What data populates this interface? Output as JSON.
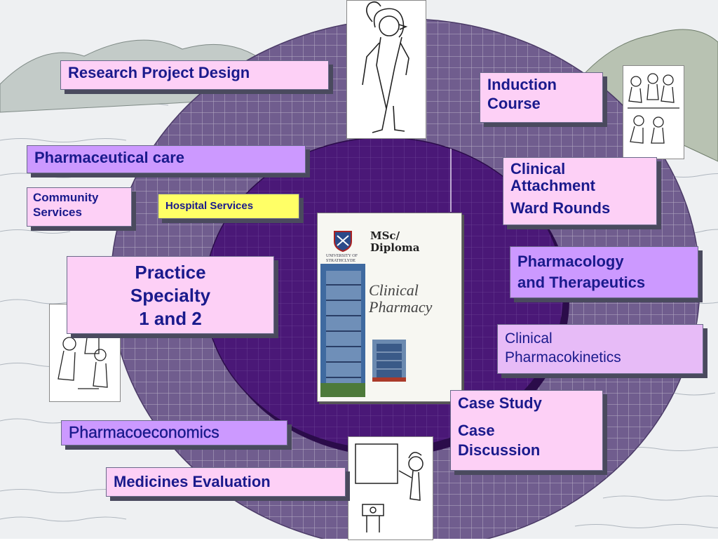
{
  "book": {
    "title_line1": "MSc/",
    "title_line2": "Diploma",
    "subtitle_line1": "Clinical",
    "subtitle_line2": "Pharmacy"
  },
  "boxes": {
    "research_project_design": "Research Project Design",
    "induction_course": [
      "Induction",
      "Course"
    ],
    "pharmaceutical_care": "Pharmaceutical care",
    "clinical_attachment": [
      "Clinical",
      "Attachment",
      "Ward Rounds"
    ],
    "community_services": [
      "Community",
      "Services"
    ],
    "hospital_services": "Hospital  Services",
    "pharmacology": [
      "Pharmacology",
      "and Therapeutics"
    ],
    "practice_specialty": [
      "Practice",
      "Specialty",
      "1 and 2"
    ],
    "clinical_pharmacokinetics": [
      "Clinical",
      "Pharmacokinetics"
    ],
    "case_study": [
      "Case Study",
      "Case",
      "Discussion"
    ],
    "pharmacoeconomics": "Pharmacoeconomics",
    "medicines_evaluation": "Medicines  Evaluation"
  },
  "colors": {
    "pink_box": "#fdd0f6",
    "violet_box": "#cc99ff",
    "lilac_box": "#e7bbf7",
    "yellow_box": "#ffff66",
    "text": "#1a1a8c",
    "outer_ring": "#6e5c8c",
    "inner_disc": "#4d1a7a"
  }
}
